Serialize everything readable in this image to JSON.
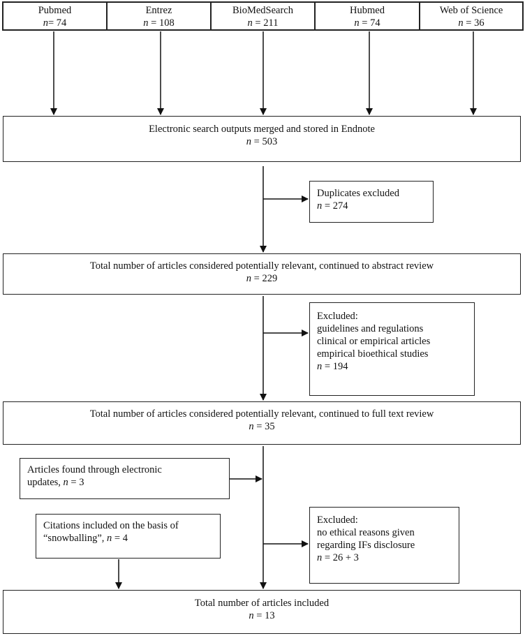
{
  "sources": [
    {
      "name": "Pubmed",
      "count": "74"
    },
    {
      "name": "Entrez",
      "count": "108"
    },
    {
      "name": "BioMedSearch",
      "count": "211"
    },
    {
      "name": "Hubmed",
      "count": "74"
    },
    {
      "name": "Web of Science",
      "count": "36"
    }
  ],
  "n_symbol": "n",
  "merged": {
    "text": "Electronic search outputs merged and stored in Endnote",
    "count": "503"
  },
  "duplicates": {
    "text": "Duplicates excluded",
    "count": "274"
  },
  "abstract_review": {
    "text": "Total number of articles considered potentially relevant, continued to abstract review",
    "count": "229"
  },
  "excluded_1": {
    "title": "Excluded:",
    "items": [
      "guidelines and regulations",
      "clinical or empirical articles",
      "empirical bioethical studies"
    ],
    "count": "194"
  },
  "fulltext_review": {
    "text": "Total number of articles considered potentially relevant, continued to full text review",
    "count": "35"
  },
  "updates": {
    "line1": "Articles found through electronic",
    "line2": "updates,",
    "count": "3"
  },
  "snowballing": {
    "line1": "Citations included on the basis of",
    "line2": "“snowballing”,",
    "count": "4"
  },
  "excluded_2": {
    "title": "Excluded:",
    "items": [
      "no ethical reasons given",
      "regarding IFs disclosure"
    ],
    "count": "26 + 3"
  },
  "final": {
    "text": "Total number of articles included",
    "count": "13"
  }
}
